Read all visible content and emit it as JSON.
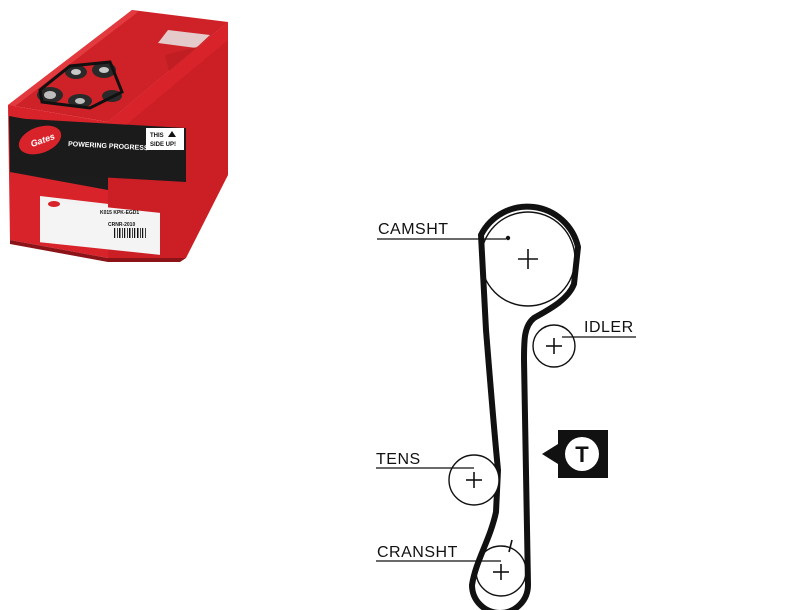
{
  "product_box": {
    "brand": "Gates",
    "slogan": "POWERING PROGRESS™",
    "side_up_line1": "THIS",
    "side_up_line2": "SIDE UP!",
    "label_line1": "K015 KPK-EGD1",
    "label_line2": "CRNR-2010"
  },
  "diagram": {
    "labels": {
      "camshaft": "CAMSHT",
      "idler": "IDLER",
      "tensioner": "TENS",
      "crankshaft": "CRANSHT"
    },
    "timing_marker": "T"
  },
  "colors": {
    "box_red": "#d8232a",
    "box_dark": "#1a1a1a",
    "belt": "#111111"
  }
}
